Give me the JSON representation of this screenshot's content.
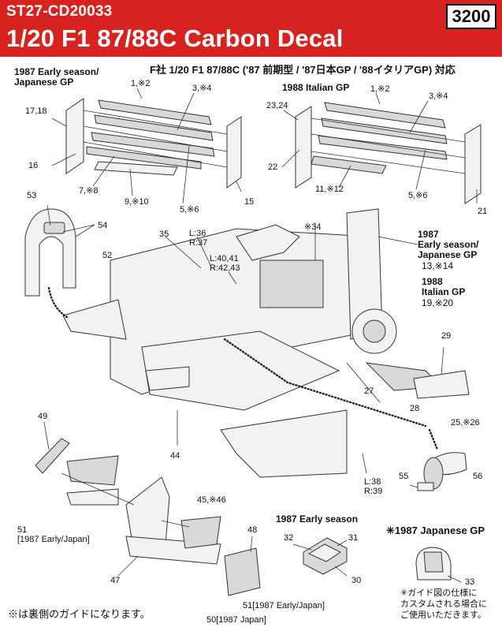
{
  "header": {
    "code": "ST27-CD20033",
    "title": "1/20  F1 87/88C Carbon Decal",
    "price": "3200",
    "color": "#d6231f"
  },
  "subtitle": "F社 1/20  F1 87/88C ('87 前期型 / '87日本GP / '88イタリアGP) 対応",
  "sections": {
    "s1987": "1987 Early season/\nJapanese GP",
    "s1988": "1988 Italian GP",
    "early_season_box": "1987 Early season",
    "japanese_gp_box": "✳1987 Japanese GP",
    "engine_1987": "1987\nEarly season/\nJapanese GP",
    "engine_1987_parts": "13,※14",
    "engine_1988": "1988\nItalian GP",
    "engine_1988_parts": "19,※20"
  },
  "labels": {
    "l1_2a": "1,※2",
    "l3_4a": "3,※4",
    "l17_18": "17,18",
    "l16": "16",
    "l7_8": "7,※8",
    "l9_10": "9,※10",
    "l5_6a": "5,※6",
    "l15": "15",
    "l1_2b": "1,※2",
    "l3_4b": "3,※4",
    "l23_24": "23,24",
    "l22": "22",
    "l11_12": "11,※12",
    "l5_6b": "5,※6",
    "l21": "21",
    "l53": "53",
    "l54": "54",
    "l52": "52",
    "l35": "35",
    "l36": "L:36\nR:37",
    "l40": "L:40,41\nR:42,43",
    "l34": "※34",
    "l29": "29",
    "l27": "27",
    "l28": "28",
    "l25_26": "25,※26",
    "l44": "44",
    "l49": "49",
    "l45_46": "45,※46",
    "l38": "L:38\nR:39",
    "l55": "55",
    "l56": "56",
    "l51": "51\n[1987 Early/Japan]",
    "l47": "47",
    "l48": "48",
    "l51b": "51[1987 Early/Japan]",
    "l50": "50[1987 Japan]",
    "l32": "32",
    "l31": "31",
    "l30": "30",
    "l33": "33"
  },
  "notes": {
    "guide_note": "※は裏側のガイドになります。",
    "custom_note": "✳ガイド図の仕様に\nカスタムされる場合に\nご使用いただきます。"
  }
}
